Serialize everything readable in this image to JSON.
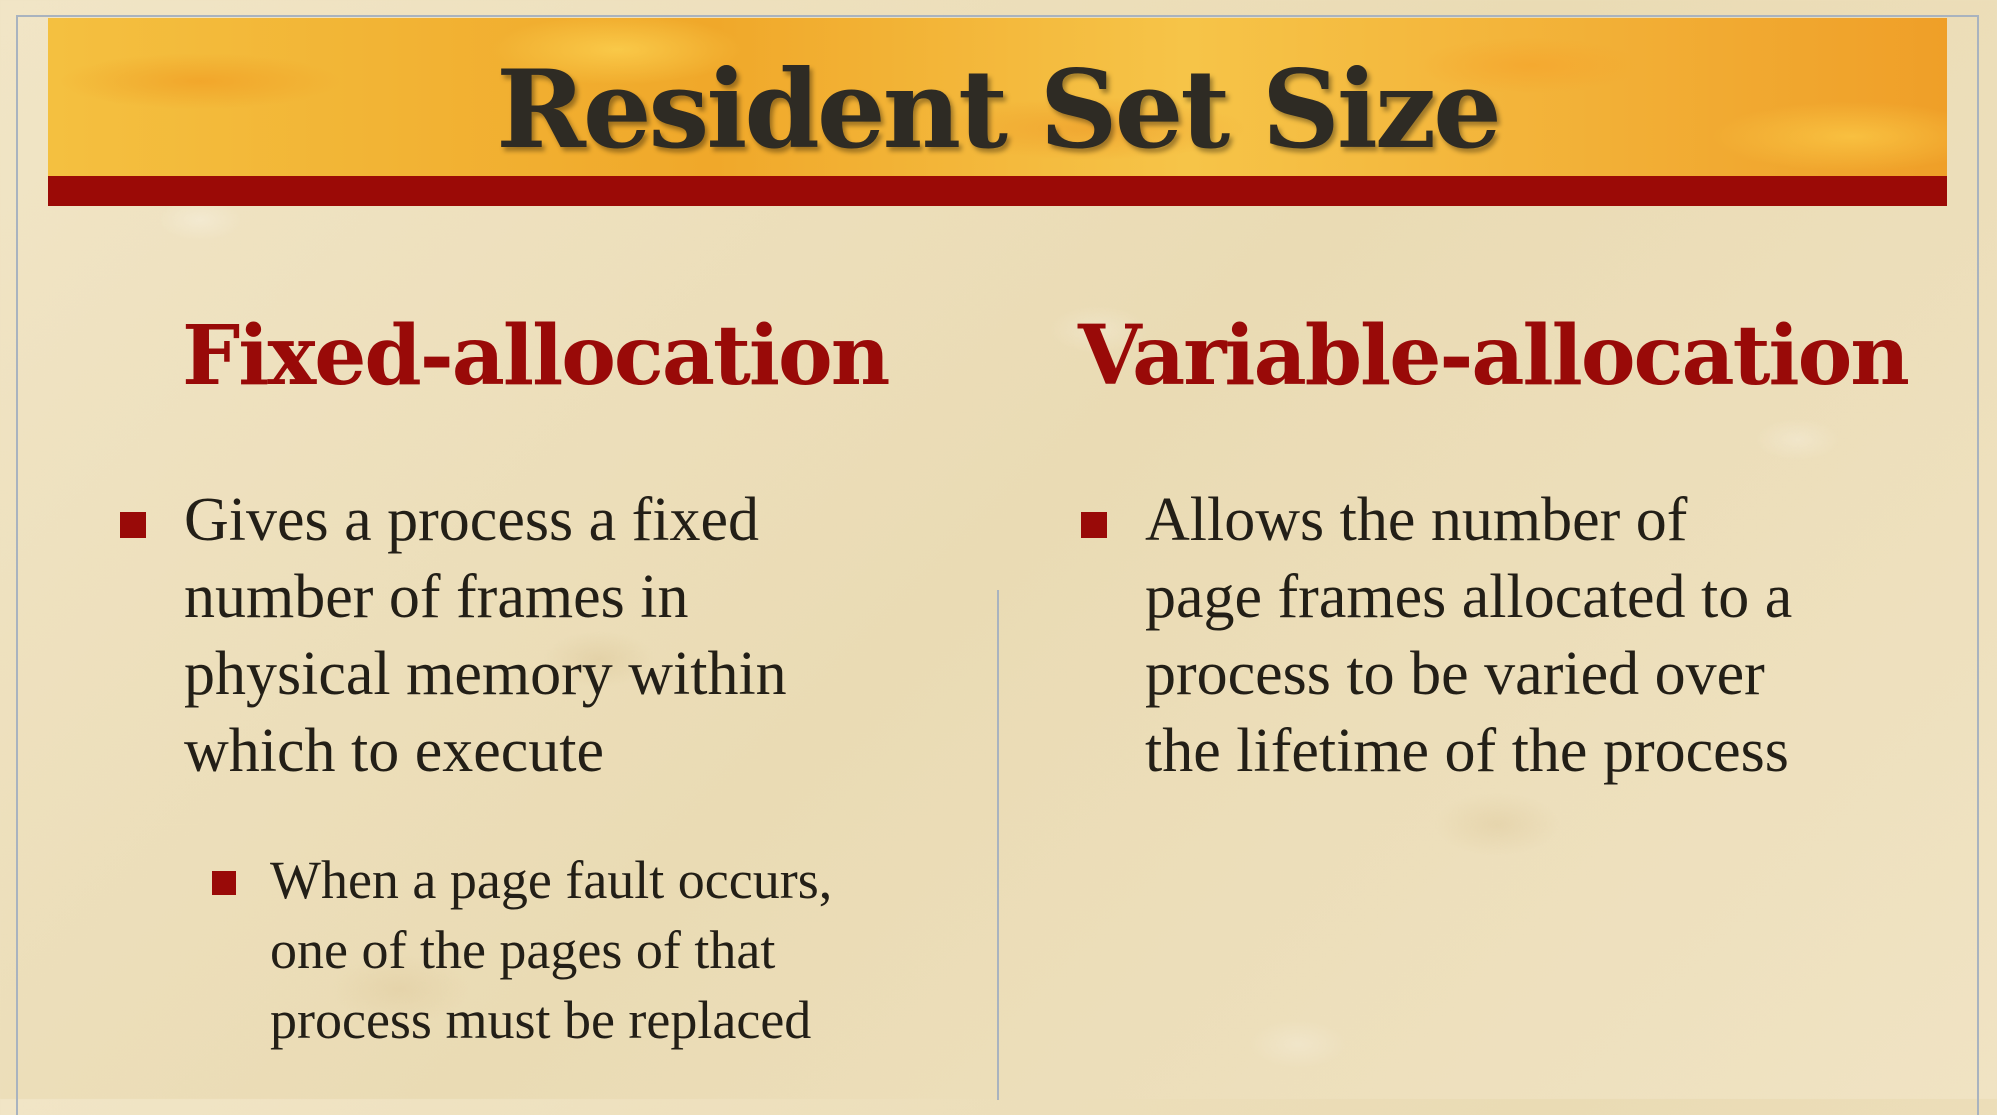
{
  "slide": {
    "title": "Resident Set Size",
    "accent_color": "#990a08",
    "title_band_color": "#f2b62c",
    "left_column": {
      "heading": "Fixed-allocation",
      "bullets": [
        {
          "text_lines": [
            "Gives a process a fixed",
            "number of frames in",
            "physical memory within",
            "which to execute"
          ]
        }
      ],
      "sub_bullets": [
        {
          "text_lines": [
            "When a page fault occurs,",
            "one of the pages of that",
            "process must be replaced"
          ]
        }
      ]
    },
    "right_column": {
      "heading": "Variable-allocation",
      "bullets": [
        {
          "text_lines": [
            "Allows the number of",
            "page frames allocated to a",
            "process to be varied over",
            "the lifetime of the process"
          ]
        }
      ]
    }
  }
}
